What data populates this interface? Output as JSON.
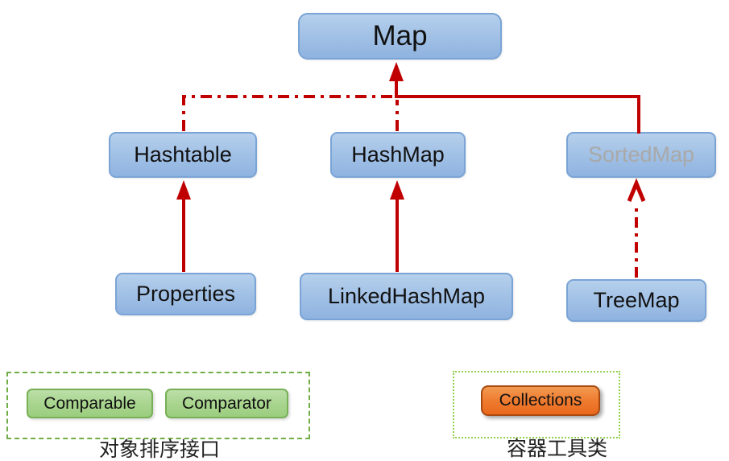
{
  "diagram": {
    "type": "class-hierarchy",
    "nodes": {
      "map": {
        "label": "Map"
      },
      "hashtable": {
        "label": "Hashtable"
      },
      "hashmap": {
        "label": "HashMap"
      },
      "sortedmap": {
        "label": "SortedMap",
        "text_color": "#a9a9a9"
      },
      "properties": {
        "label": "Properties"
      },
      "linkedhashmap": {
        "label": "LinkedHashMap"
      },
      "treemap": {
        "label": "TreeMap"
      }
    },
    "edges": [
      {
        "from": "Hashtable",
        "to": "Map",
        "style": "dash-dot"
      },
      {
        "from": "HashMap",
        "to": "Map",
        "style": "dash-dot"
      },
      {
        "from": "SortedMap",
        "to": "Map",
        "style": "solid"
      },
      {
        "from": "Properties",
        "to": "Hashtable",
        "style": "solid"
      },
      {
        "from": "LinkedHashMap",
        "to": "HashMap",
        "style": "solid"
      },
      {
        "from": "TreeMap",
        "to": "SortedMap",
        "style": "dash-dot"
      }
    ],
    "groups": {
      "sorting": {
        "caption": "对象排序接口",
        "border_style": "dashed",
        "border_color": "#70ad47",
        "items": [
          {
            "label": "Comparable"
          },
          {
            "label": "Comparator"
          }
        ]
      },
      "utility": {
        "caption": "容器工具类",
        "border_style": "dotted",
        "border_color": "#92d050",
        "items": [
          {
            "label": "Collections"
          }
        ]
      }
    },
    "colors": {
      "node_fill_top": "#b6d0ec",
      "node_fill_bottom": "#8fb3e0",
      "node_border": "#7aa4d6",
      "arrow": "#c00000",
      "green_fill": "#a9d58f",
      "green_border": "#77b055",
      "orange_fill": "#ee7c30",
      "orange_border": "#a8490f"
    }
  }
}
